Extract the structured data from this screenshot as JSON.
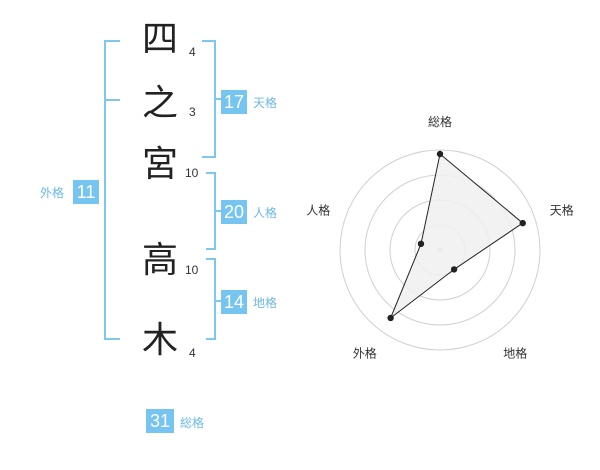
{
  "name": {
    "chars": [
      {
        "char": "四",
        "strokes": "4"
      },
      {
        "char": "之",
        "strokes": "3"
      },
      {
        "char": "宮",
        "strokes": "10"
      },
      {
        "char": "高",
        "strokes": "10"
      },
      {
        "char": "木",
        "strokes": "4"
      }
    ]
  },
  "fortunes": {
    "tenkaku": {
      "value": "17",
      "label": "天格"
    },
    "jinkaku": {
      "value": "20",
      "label": "人格"
    },
    "chikaku": {
      "value": "14",
      "label": "地格"
    },
    "gaikaku": {
      "value": "11",
      "label": "外格"
    },
    "soukaku": {
      "value": "31",
      "label": "総格"
    }
  },
  "colors": {
    "accent": "#75c5f0",
    "bracket": "#7ec8ee",
    "polygon_fill": "#f0f0f0",
    "polygon_stroke": "#222222"
  },
  "chart_data": {
    "type": "radar",
    "axes": [
      "総格",
      "天格",
      "地格",
      "外格",
      "人格"
    ],
    "values": [
      0.96,
      0.87,
      0.24,
      0.84,
      0.2
    ],
    "scale": [
      0,
      1
    ],
    "rings": 4,
    "grid": true
  }
}
